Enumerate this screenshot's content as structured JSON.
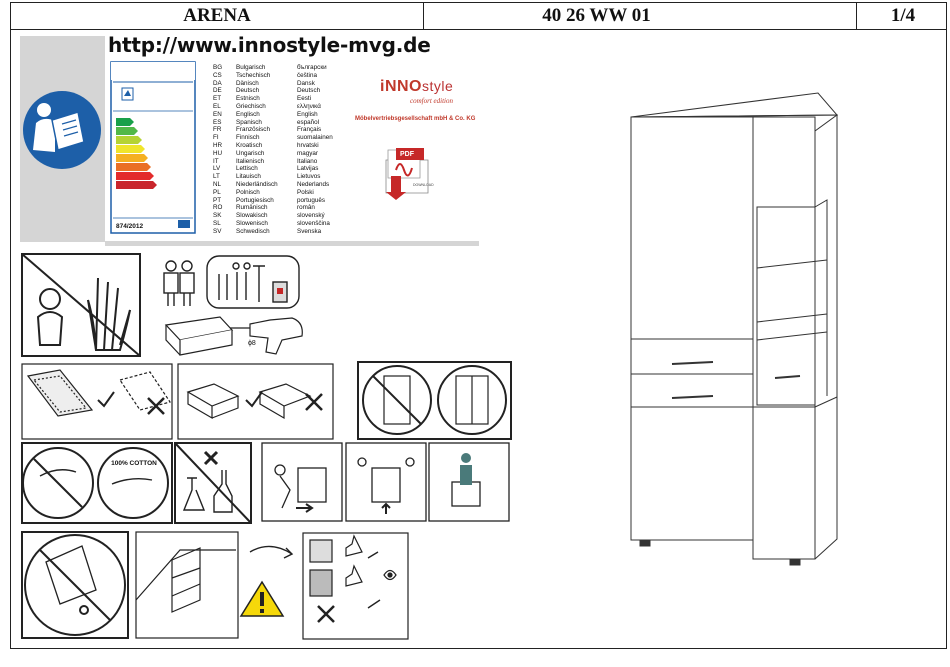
{
  "header": {
    "title": "ARENA",
    "code": "40 26 WW 01",
    "page": "1/4"
  },
  "url": "http://www.innostyle-mvg.de",
  "energy_label": {
    "code": "874/2012"
  },
  "languages": {
    "codes": [
      "BG",
      "CS",
      "DA",
      "DE",
      "ET",
      "EL",
      "EN",
      "ES",
      "FR",
      "FI",
      "HR",
      "HU",
      "IT",
      "LV",
      "LT",
      "NL",
      "PL",
      "PT",
      "RO",
      "SK",
      "SL",
      "SV"
    ],
    "german": [
      "Bulgarisch",
      "Tschechisch",
      "Dänisch",
      "Deutsch",
      "Estnisch",
      "Griechisch",
      "Englisch",
      "Spanisch",
      "Französisch",
      "Finnisch",
      "Kroatisch",
      "Ungarisch",
      "Italienisch",
      "Lettisch",
      "Litauisch",
      "Niederländisch",
      "Polnisch",
      "Portugiesisch",
      "Rumänisch",
      "Slowakisch",
      "Slowenisch",
      "Schwedisch"
    ],
    "native": [
      "български",
      "čeština",
      "Dansk",
      "Deutsch",
      "Eesti",
      "ελληνικά",
      "English",
      "español",
      "Français",
      "suomalainen",
      "hrvatski",
      "magyar",
      "Italiano",
      "Latvijas",
      "Lietuvos",
      "Nederlands",
      "Polski",
      "português",
      "român",
      "slovenský",
      "slovenščina",
      "Svenska"
    ]
  },
  "brand": {
    "logo_main": "iNNO",
    "logo_style": "style",
    "tagline": "comfort edition",
    "company": "Möbelvertriebsgesellschaft mbH & Co. KG"
  },
  "pdf": {
    "tag": "PDF",
    "download": "DOWNLOAD"
  },
  "labels": {
    "cotton": "100% COTTON",
    "drill_size": "ϕ8"
  },
  "icons": [
    "read-manual-icon",
    "energy-label-icon",
    "pdf-icon",
    "no-children-icon",
    "tools-icon",
    "cotton-icon",
    "warning-icon",
    "eye-icon",
    "thumbs-up-icon"
  ]
}
